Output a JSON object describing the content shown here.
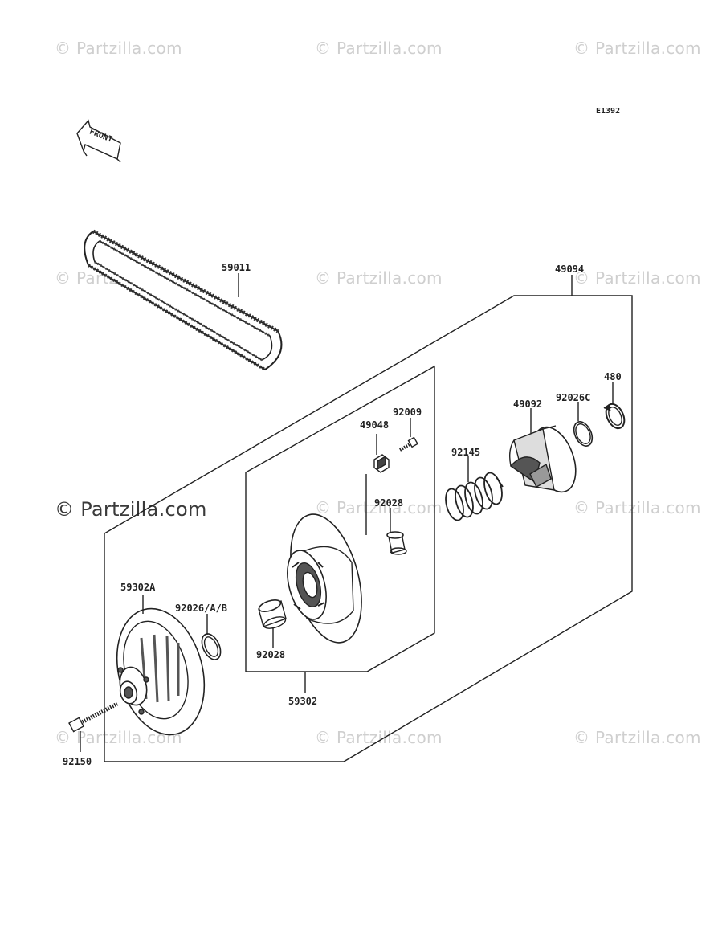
{
  "diagram_code": "E1392",
  "front_arrow_text": "FRONT",
  "watermark": "© Partzilla.com",
  "parts": {
    "p59011": "59011",
    "p49094": "49094",
    "p480": "480",
    "p49092": "49092",
    "p92026c": "92026C",
    "p92009": "92009",
    "p49048": "49048",
    "p92145": "92145",
    "p92028_top": "92028",
    "p59302a": "59302A",
    "p92026ab": "92026/A/B",
    "p92028_bottom": "92028",
    "p59302": "59302",
    "p92150": "92150"
  }
}
